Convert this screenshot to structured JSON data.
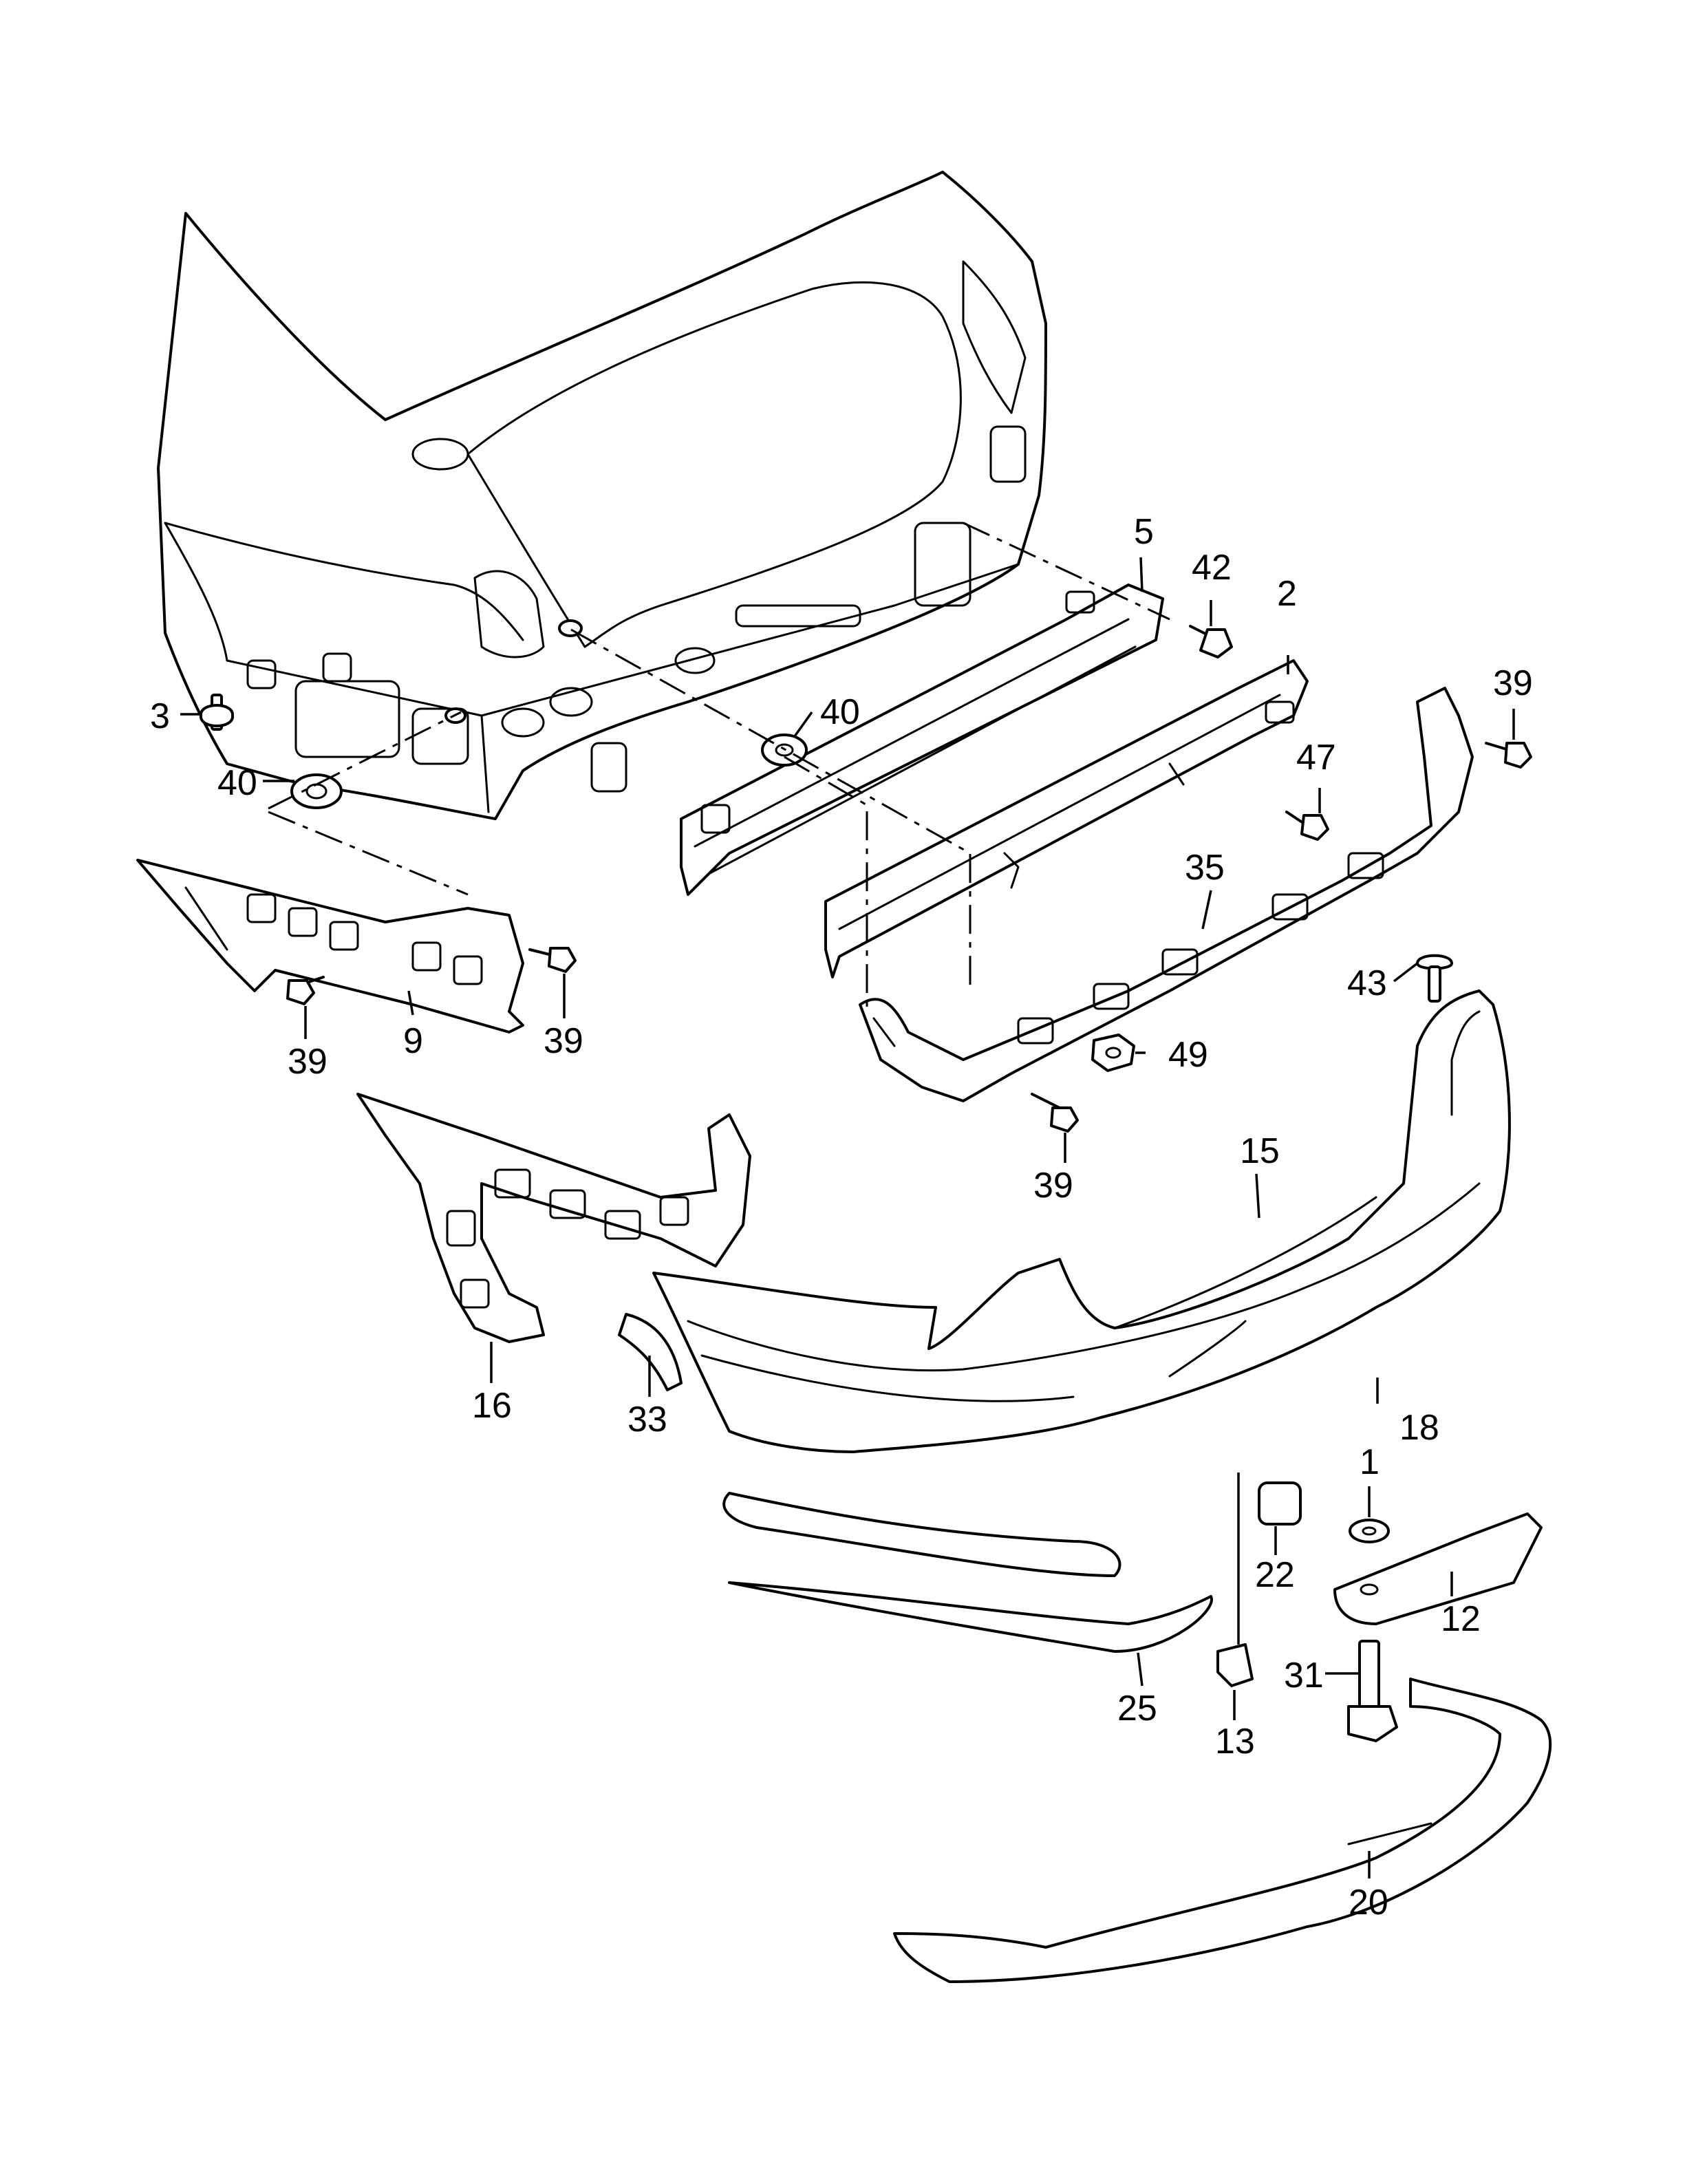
{
  "callouts": {
    "c1": "1",
    "c2": "2",
    "c3": "3",
    "c5": "5",
    "c9": "9",
    "c12": "12",
    "c13": "13",
    "c15": "15",
    "c16": "16",
    "c18": "18",
    "c20": "20",
    "c22": "22",
    "c25": "25",
    "c31": "31",
    "c33": "33",
    "c35": "35",
    "c39a": "39",
    "c39b": "39",
    "c39c": "39",
    "c39d": "39",
    "c40a": "40",
    "c40b": "40",
    "c42": "42",
    "c43": "43",
    "c47": "47",
    "c49": "49"
  }
}
